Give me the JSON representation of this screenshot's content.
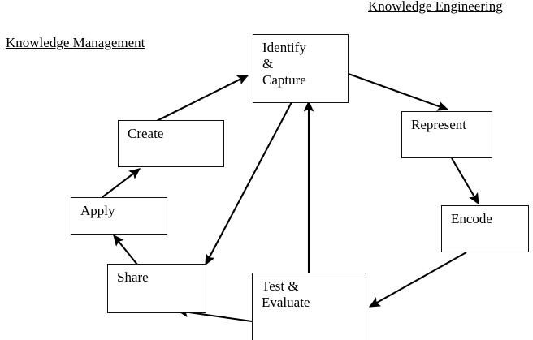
{
  "diagram": {
    "titles": {
      "knowledge_management": "Knowledge Management",
      "knowledge_engineering": "Knowledge Engineering"
    },
    "nodes": [
      {
        "id": "identify",
        "label": "Identify\n&\nCapture"
      },
      {
        "id": "represent",
        "label": "Represent"
      },
      {
        "id": "encode",
        "label": "Encode"
      },
      {
        "id": "create",
        "label": "Create"
      },
      {
        "id": "apply",
        "label": "Apply"
      },
      {
        "id": "share",
        "label": "Share"
      },
      {
        "id": "test",
        "label": "Test &\nEvaluate"
      }
    ],
    "edges": [
      {
        "from": "create",
        "to": "identify",
        "name": "edge-create-to-identify"
      },
      {
        "from": "identify",
        "to": "represent",
        "name": "edge-identify-to-represent"
      },
      {
        "from": "represent",
        "to": "encode",
        "name": "edge-represent-to-encode"
      },
      {
        "from": "encode",
        "to": "test",
        "name": "edge-encode-to-test"
      },
      {
        "from": "test",
        "to": "share",
        "name": "edge-test-to-share"
      },
      {
        "from": "test",
        "to": "identify",
        "name": "edge-test-to-identify"
      },
      {
        "from": "identify",
        "to": "share",
        "name": "edge-identify-to-share"
      },
      {
        "from": "share",
        "to": "apply",
        "name": "edge-share-to-apply"
      },
      {
        "from": "apply",
        "to": "create",
        "name": "edge-apply-to-create"
      }
    ],
    "colors": {
      "background": "#ffffff",
      "stroke": "#111111",
      "text": "#000000"
    }
  }
}
